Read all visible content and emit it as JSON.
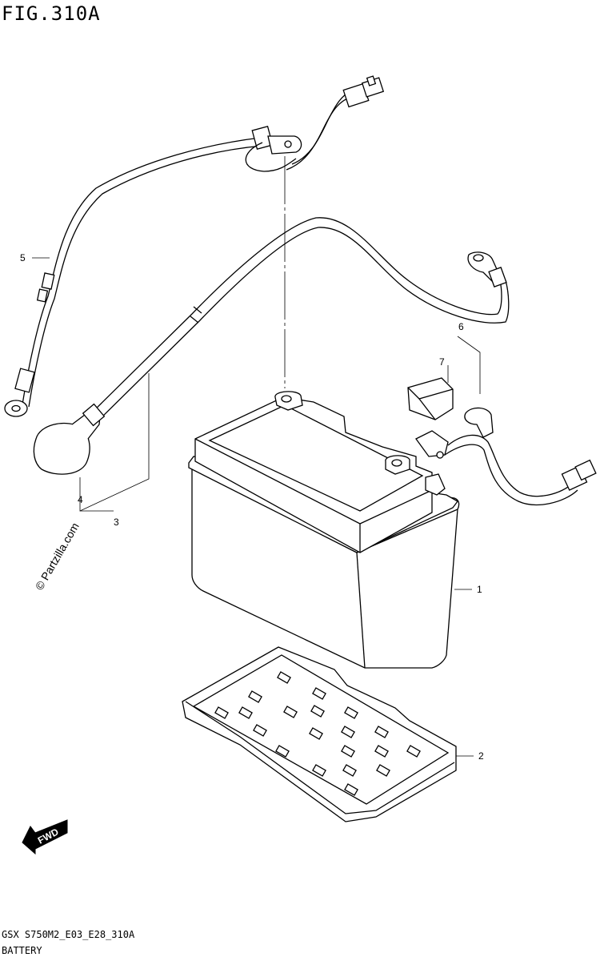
{
  "figure": {
    "title": "FIG.310A",
    "code": "GSX S750M2_E03_E28_310A",
    "name": "BATTERY",
    "watermark": "© Partzilla.com",
    "fwd_label": "FWD"
  },
  "callouts": [
    {
      "id": "callout-1",
      "number": "1"
    },
    {
      "id": "callout-2",
      "number": "2"
    },
    {
      "id": "callout-3",
      "number": "3"
    },
    {
      "id": "callout-4",
      "number": "4"
    },
    {
      "id": "callout-5",
      "number": "5"
    },
    {
      "id": "callout-6",
      "number": "6"
    },
    {
      "id": "callout-7",
      "number": "7"
    }
  ]
}
